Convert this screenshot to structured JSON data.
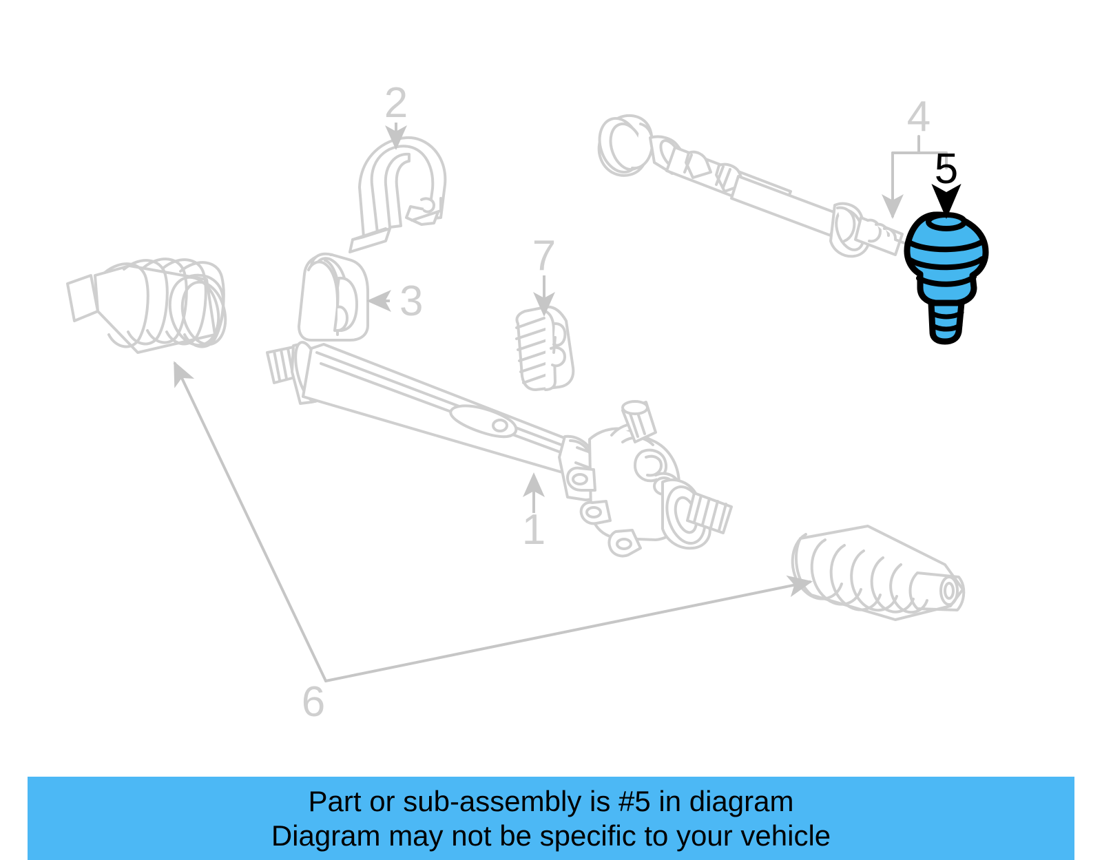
{
  "diagram": {
    "title": "Steering gear and linkage exploded diagram",
    "style": {
      "outline_color": "#cfcfcf",
      "highlight_fill": "#45b7ef",
      "highlight_outline": "#000000",
      "background": "#ffffff",
      "banner_background": "#4cb8f5",
      "banner_text_color": "#000000"
    },
    "callouts": [
      {
        "id": "1",
        "label": "1",
        "target": "steering-gear-rack-housing",
        "highlighted": false,
        "leader": "arrow-up"
      },
      {
        "id": "2",
        "label": "2",
        "target": "u-shaped-mounting-bracket",
        "highlighted": false,
        "leader": "arrow-down"
      },
      {
        "id": "3",
        "label": "3",
        "target": "rubber-bushing-insulator",
        "highlighted": false,
        "leader": "arrow-left"
      },
      {
        "id": "4",
        "label": "4",
        "target": "outer-tie-rod-end-assembly",
        "highlighted": false,
        "leader": "bracket-down"
      },
      {
        "id": "5",
        "label": "5",
        "target": "ball-joint-dust-boot",
        "highlighted": true,
        "leader": "arrow-down"
      },
      {
        "id": "6",
        "label": "6",
        "target": "steering-rack-bellows-boots",
        "highlighted": false,
        "leader": "split-arrow"
      },
      {
        "id": "7",
        "label": "7",
        "target": "ribbed-bushing-mount",
        "highlighted": false,
        "leader": "arrow-down"
      }
    ],
    "highlighted_part_number": "5"
  },
  "banner": {
    "line1": "Part or sub-assembly is #5 in diagram",
    "line2": "Diagram may not be specific to your vehicle"
  }
}
